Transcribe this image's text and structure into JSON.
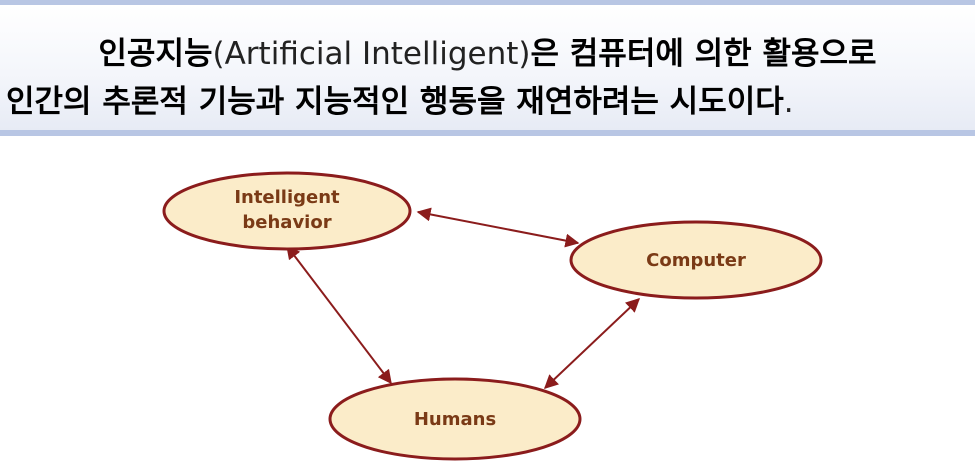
{
  "header": {
    "line1": [
      {
        "text": "인공지능",
        "weight": "bold"
      },
      {
        "text": "(Artificial Intelligent)",
        "weight": "normal"
      },
      {
        "text": "은 컴퓨터에 의한 활용으로",
        "weight": "bold"
      }
    ],
    "line2": [
      {
        "text": "인간의 추론적 기능과 지능적인 행동을 재연하려는 시도이다",
        "weight": "bold"
      },
      {
        "text": ".",
        "weight": "normal"
      }
    ]
  },
  "diagram": {
    "nodes": {
      "intelligent_behavior": {
        "line1": "Intelligent",
        "line2": "behavior"
      },
      "computer": {
        "label": "Computer"
      },
      "humans": {
        "label": "Humans"
      }
    },
    "edges": [
      {
        "from": "intelligent_behavior",
        "to": "computer",
        "direction": "both"
      },
      {
        "from": "intelligent_behavior",
        "to": "humans",
        "direction": "both"
      },
      {
        "from": "computer",
        "to": "humans",
        "direction": "both"
      }
    ],
    "colors": {
      "node_fill": "#fbecc9",
      "node_stroke": "#8b1c1c",
      "arrow": "#8b1c1c",
      "label": "#7a3a16",
      "banner_border": "#b8c6e4"
    }
  }
}
